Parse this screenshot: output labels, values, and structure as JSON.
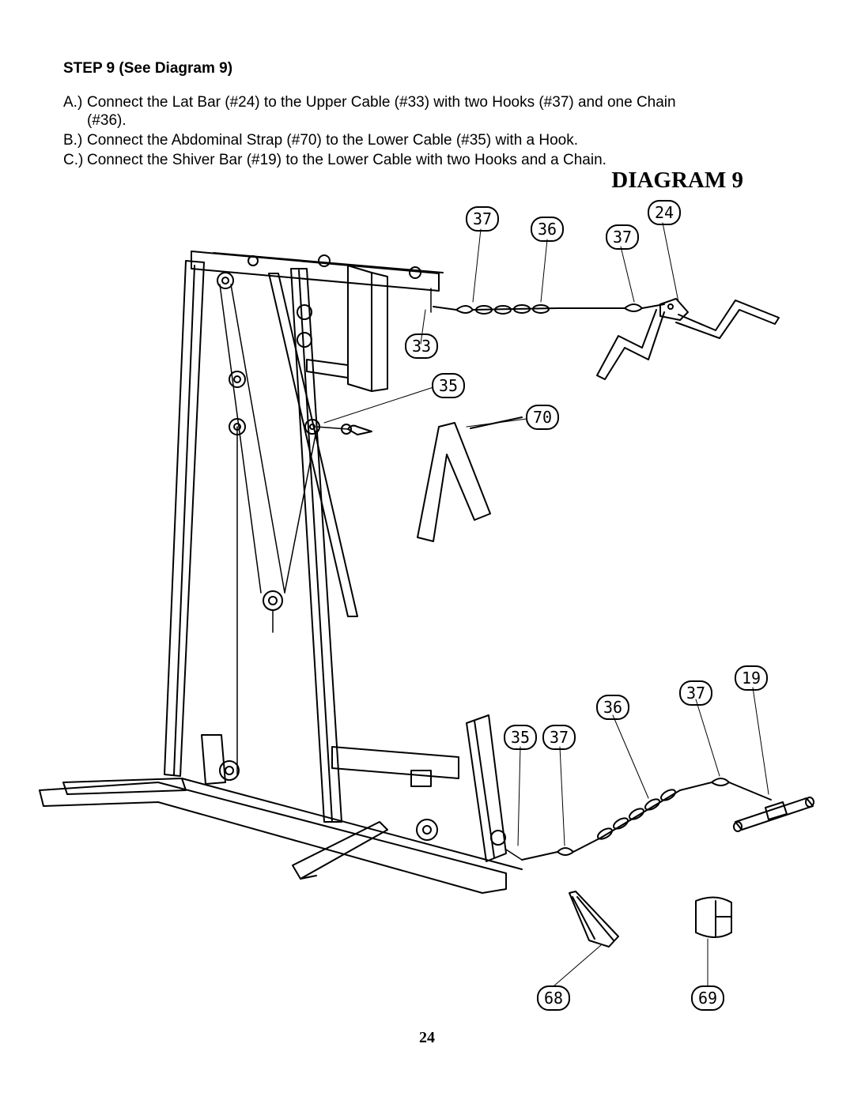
{
  "step": {
    "title": "STEP 9 (See Diagram 9)"
  },
  "instructions": [
    {
      "label": "A.)",
      "text": "Connect the Lat Bar (#24) to the Upper Cable (#33) with two Hooks (#37) and one Chain",
      "continuation": "(#36)."
    },
    {
      "label": "B.)",
      "text": "Connect the Abdominal Strap (#70) to the Lower Cable (#35) with a Hook."
    },
    {
      "label": "C.)",
      "text": "Connect the Shiver Bar (#19) to the Lower Cable with two Hooks and a Chain."
    }
  ],
  "diagram": {
    "title": "DIAGRAM 9",
    "callouts": [
      "37",
      "36",
      "37",
      "24",
      "33",
      "35",
      "70",
      "19",
      "37",
      "36",
      "35",
      "37",
      "68",
      "69"
    ]
  },
  "page_number": "24"
}
